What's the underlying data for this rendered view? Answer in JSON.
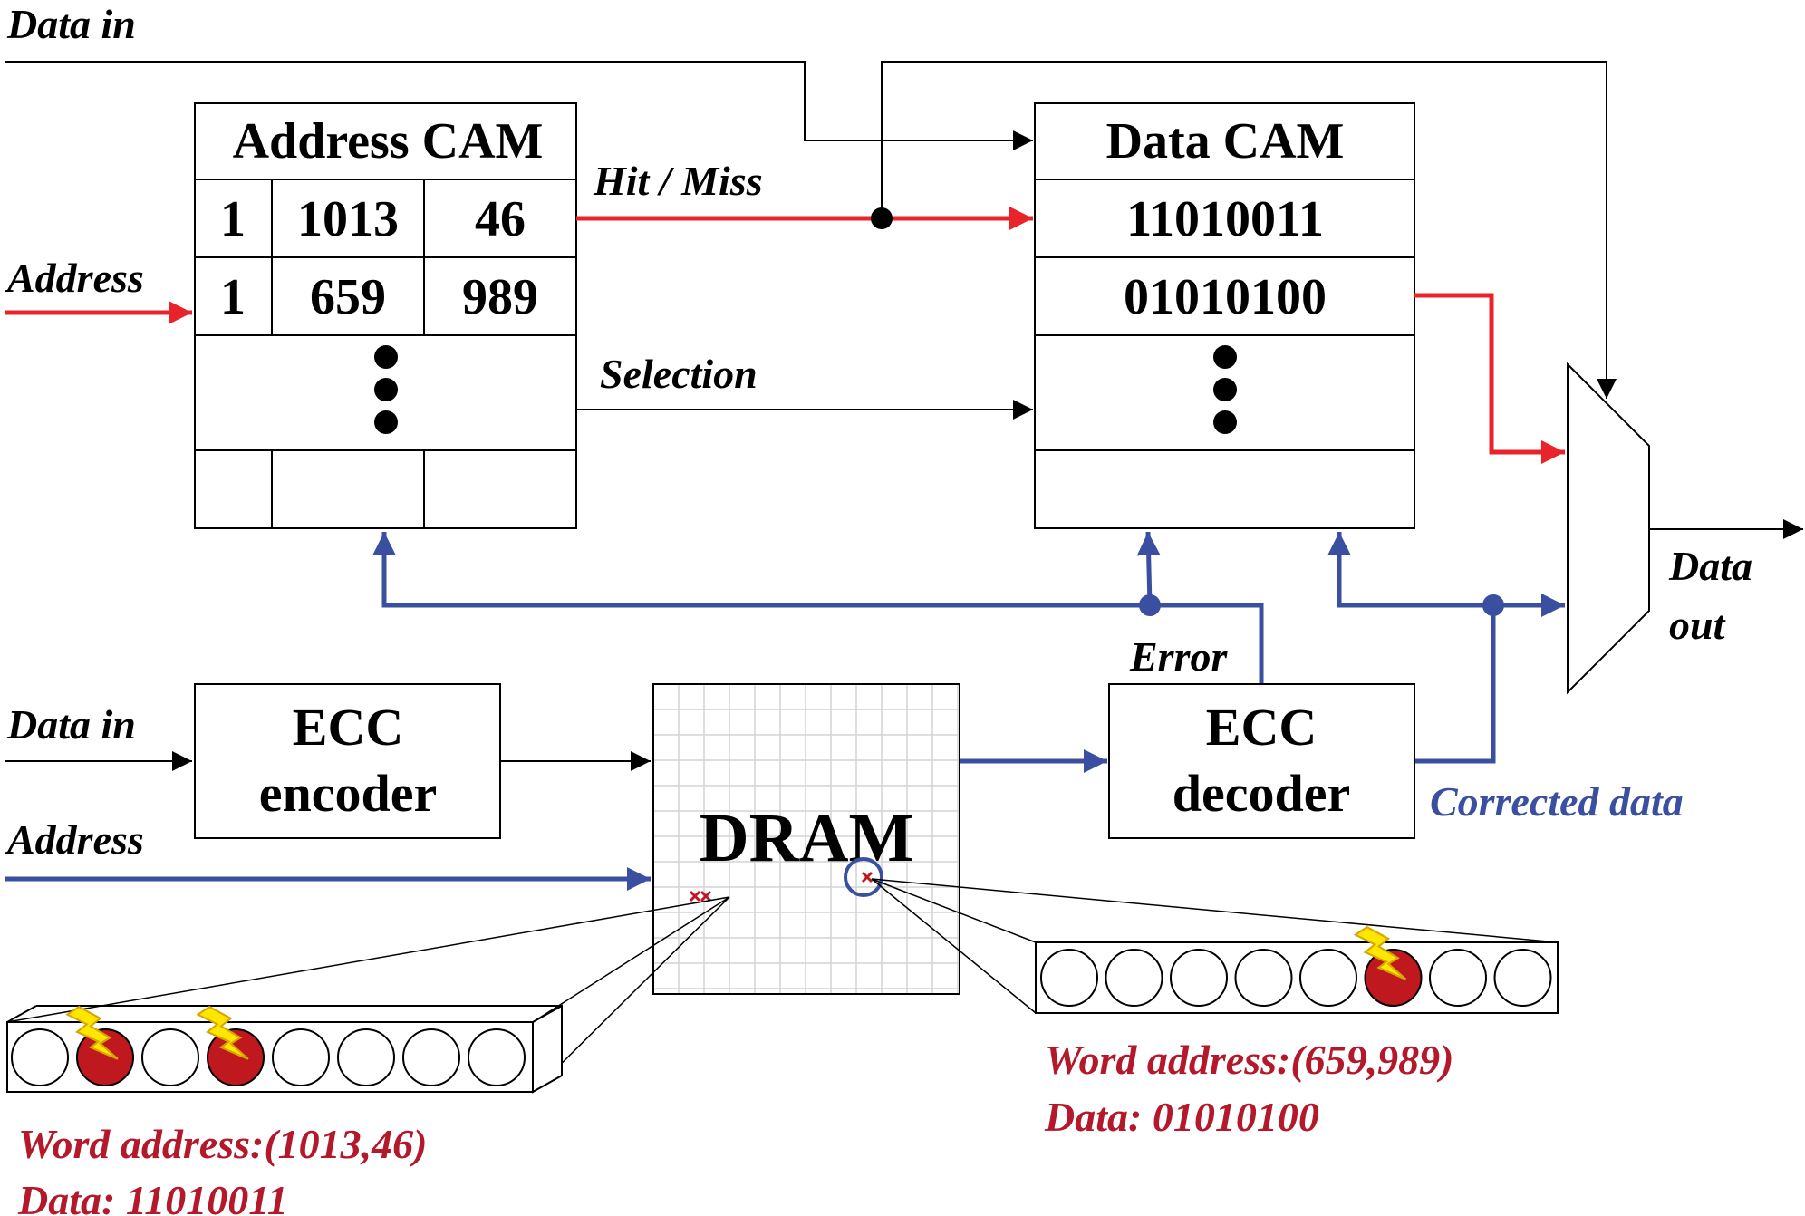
{
  "labels": {
    "data_in_top": "Data in",
    "address_top": "Address",
    "hit_miss": "Hit / Miss",
    "selection": "Selection",
    "error": "Error",
    "data_out_1": "Data",
    "data_out_2": "out",
    "data_in_bottom": "Data in",
    "address_bottom": "Address",
    "corrected_data": "Corrected data"
  },
  "address_cam": {
    "title": "Address CAM",
    "rows": [
      {
        "valid": "1",
        "row": "1013",
        "col": "46"
      },
      {
        "valid": "1",
        "row": "659",
        "col": "989"
      }
    ]
  },
  "data_cam": {
    "title": "Data CAM",
    "rows": [
      "11010011",
      "01010100"
    ]
  },
  "ecc_encoder": {
    "line1": "ECC",
    "line2": "encoder"
  },
  "ecc_decoder": {
    "line1": "ECC",
    "line2": "decoder"
  },
  "dram": {
    "label": "DRAM"
  },
  "words": {
    "left": {
      "address": "Word address:(1013,46)",
      "data": "Data: 11010011",
      "faulty_bits": [
        1,
        3
      ]
    },
    "right": {
      "address": "Word address:(659,989)",
      "data": "Data: 01010100",
      "faulty_bits": [
        5
      ]
    }
  },
  "colors": {
    "red": "#e8242a",
    "blue": "#3a4fa0",
    "dark_red": "#b3192b",
    "fault_fill": "#c0181f",
    "bolt": "#ffe600"
  }
}
